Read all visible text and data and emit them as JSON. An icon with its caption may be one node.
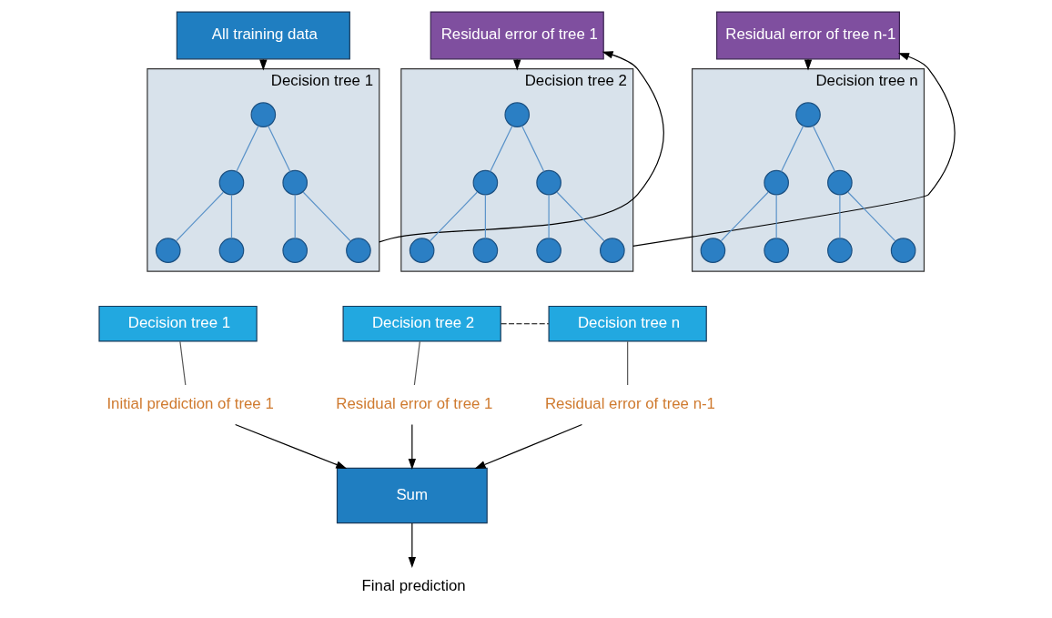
{
  "diagram": {
    "nodes": [
      {
        "text": [
          "All training data"
        ]
      },
      {
        "text": [
          "Residual error of tree 1"
        ]
      },
      {
        "text": [
          "Residual error of tree n-1"
        ]
      },
      {
        "text": [
          "Decision tree 1"
        ]
      },
      {
        "text": [],
        "shape": "circle",
        "in": 3
      },
      {
        "text": [],
        "shape": "circle",
        "in": 3
      },
      {
        "text": [],
        "shape": "circle",
        "in": 3
      },
      {
        "text": [],
        "shape": "circle",
        "in": 3
      },
      {
        "text": [],
        "shape": "circle",
        "in": 3
      },
      {
        "text": [],
        "shape": "circle",
        "in": 3
      },
      {
        "text": [],
        "shape": "circle",
        "in": 3
      },
      {
        "text": [
          "Decision tree 2"
        ]
      },
      {
        "text": [],
        "shape": "circle",
        "in": 11
      },
      {
        "text": [],
        "shape": "circle",
        "in": 11
      },
      {
        "text": [],
        "shape": "circle",
        "in": 11
      },
      {
        "text": [],
        "shape": "circle",
        "in": 11
      },
      {
        "text": [],
        "shape": "circle",
        "in": 11
      },
      {
        "text": [],
        "shape": "circle",
        "in": 11
      },
      {
        "text": [],
        "shape": "circle",
        "in": 11
      },
      {
        "text": [
          "Decision tree n"
        ]
      },
      {
        "text": [],
        "shape": "circle",
        "in": 19
      },
      {
        "text": [],
        "shape": "circle",
        "in": 19
      },
      {
        "text": [],
        "shape": "circle",
        "in": 19
      },
      {
        "text": [],
        "shape": "circle",
        "in": 19
      },
      {
        "text": [],
        "shape": "circle",
        "in": 19
      },
      {
        "text": [],
        "shape": "circle",
        "in": 19
      },
      {
        "text": [],
        "shape": "circle",
        "in": 19
      },
      {
        "text": [
          "Decision tree 1"
        ]
      },
      {
        "text": [
          "Decision tree 2"
        ]
      },
      {
        "text": [
          "Decision tree n"
        ]
      },
      {
        "text": [
          "Initial prediction of tree 1"
        ]
      },
      {
        "text": [
          "Residual error of tree 1"
        ]
      },
      {
        "text": [
          "Residual error of tree n-1"
        ]
      },
      {
        "text": [
          "Sum"
        ]
      },
      {
        "text": [
          "Final prediction"
        ]
      }
    ],
    "edges": [
      {
        "from": 0,
        "to": 3,
        "arrow": "to",
        "color": "#000000"
      },
      {
        "from": 3,
        "to": 1,
        "arrow": "to",
        "color": "#000000"
      },
      {
        "from": 1,
        "to": 11,
        "arrow": "to",
        "color": "#000000"
      },
      {
        "from": 11,
        "to": 2,
        "arrow": "to",
        "color": "#000000"
      },
      {
        "from": 2,
        "to": 19,
        "arrow": "to",
        "color": "#000000"
      },
      {
        "from": 4,
        "to": 5,
        "arrow": "none"
      },
      {
        "from": 4,
        "to": 6,
        "arrow": "none"
      },
      {
        "from": 5,
        "to": 7,
        "arrow": "none"
      },
      {
        "from": 5,
        "to": 8,
        "arrow": "none"
      },
      {
        "from": 6,
        "to": 9,
        "arrow": "none"
      },
      {
        "from": 6,
        "to": 10,
        "arrow": "none"
      },
      {
        "from": 12,
        "to": 13,
        "arrow": "none"
      },
      {
        "from": 12,
        "to": 14,
        "arrow": "none"
      },
      {
        "from": 13,
        "to": 15,
        "arrow": "none"
      },
      {
        "from": 13,
        "to": 16,
        "arrow": "none"
      },
      {
        "from": 14,
        "to": 17,
        "arrow": "none"
      },
      {
        "from": 14,
        "to": 18,
        "arrow": "none"
      },
      {
        "from": 20,
        "to": 21,
        "arrow": "none"
      },
      {
        "from": 20,
        "to": 22,
        "arrow": "none"
      },
      {
        "from": 21,
        "to": 23,
        "arrow": "none"
      },
      {
        "from": 21,
        "to": 24,
        "arrow": "none"
      },
      {
        "from": 22,
        "to": 25,
        "arrow": "none"
      },
      {
        "from": 22,
        "to": 26,
        "arrow": "none"
      },
      {
        "from": 28,
        "to": 29,
        "arrow": "none",
        "style": "dashed",
        "color": "#000000"
      },
      {
        "from": 27,
        "to": 30,
        "arrow": "none",
        "color": "#555555"
      },
      {
        "from": 28,
        "to": 31,
        "arrow": "none",
        "color": "#555555"
      },
      {
        "from": 29,
        "to": 32,
        "arrow": "none",
        "color": "#555555"
      },
      {
        "from": 30,
        "to": 33,
        "arrow": "to",
        "color": "#000000"
      },
      {
        "from": 31,
        "to": 33,
        "arrow": "to",
        "color": "#000000"
      },
      {
        "from": 32,
        "to": 33,
        "arrow": "to",
        "color": "#000000"
      },
      {
        "from": 33,
        "to": 34,
        "arrow": "to",
        "color": "#000000"
      }
    ]
  }
}
